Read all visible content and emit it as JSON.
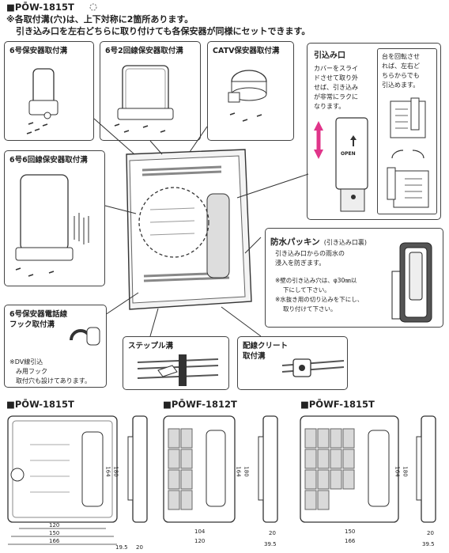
{
  "header": {
    "model": "■PŌW-1815T",
    "note1": "※各取付溝(穴)は、上下対称に2箇所あります。",
    "note2": "引き込み口を左右どちらに取り付けても各保安器が同様にセットできます。"
  },
  "panels": {
    "p6": "6号保安器取付溝",
    "p6_2": "6号2回線保安器取付溝",
    "catv": "CATV保安器取付溝",
    "p6_6": "6号6回線保安器取付溝",
    "phone_title_1": "6号保安器電話線",
    "phone_title_2": "フック取付溝",
    "dv_1": "※DV線引込",
    "dv_2": "み用フック",
    "dv_3": "取付穴も設けてあります。",
    "hikikomi_title": "引込み口",
    "hikikomi_1": "カバーをスライ",
    "hikikomi_2": "ドさせて取り外",
    "hikikomi_3": "せば、引き込み",
    "hikikomi_4": "が非常にラクに",
    "hikikomi_5": "なります。",
    "rotate_1": "台を回転させ",
    "rotate_2": "れば、左右ど",
    "rotate_3": "ちらからでも",
    "rotate_4": "引込めます。",
    "open_label": "OPEN",
    "packing_title": "防水パッキン",
    "packing_sub": "(引き込み口裏)",
    "packing_1": "引き込み口からの雨水の",
    "packing_2": "浸入を防ぎます。",
    "packing_3": "※壁の引き込み穴は、φ30㎜以",
    "packing_4": "下にして下さい。",
    "packing_5": "※水抜き用の切り込みを下にし、",
    "packing_6": "取り付けて下さい。",
    "staple": "ステップル溝",
    "clit_1": "配線クリート",
    "clit_2": "取付溝"
  },
  "models": [
    {
      "name": "■PŌW-1815T",
      "widths": [
        "120",
        "150",
        "166"
      ],
      "heights": [
        "164",
        "180"
      ],
      "side": [
        "19.5",
        "20"
      ]
    },
    {
      "name": "■PŌWF-1812T",
      "widths": [
        "104",
        "120"
      ],
      "heights": [
        "164",
        "180"
      ],
      "side": [
        "20",
        "39.5"
      ]
    },
    {
      "name": "■PŌWF-1815T",
      "widths": [
        "150",
        "166"
      ],
      "heights": [
        "164",
        "180"
      ],
      "side": [
        "20",
        "39.5"
      ]
    }
  ],
  "colors": {
    "line": "#333333",
    "panel_gray": "#d9d9d9",
    "arrow_pink": "#e0358a"
  }
}
